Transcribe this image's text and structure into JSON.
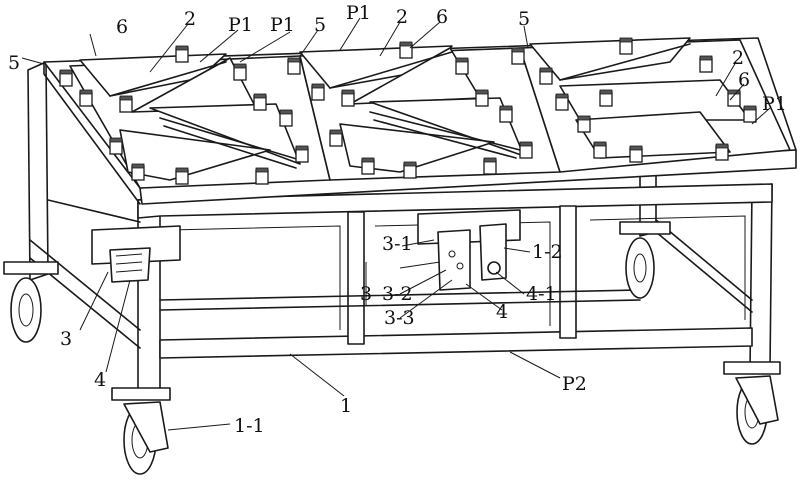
{
  "figure": {
    "labels": {
      "plate": "2",
      "positioning_point": "P1",
      "locator": "5",
      "clamp": "6",
      "frame": "1",
      "caster": "1-1",
      "drive_unit": "1-2",
      "lifting_mechanism": "3",
      "sub_part_1": "3-1",
      "sub_part_2": "3-2",
      "sub_part_3": "3-3",
      "actuator": "4",
      "actuator_sub": "4-1",
      "bottom_point": "P2"
    }
  }
}
